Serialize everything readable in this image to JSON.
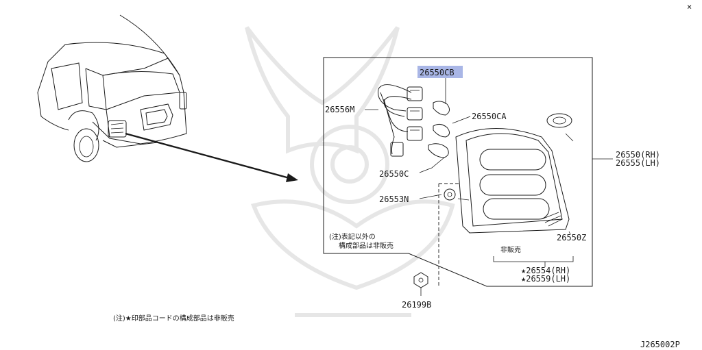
{
  "highlight_color": "#a9b6e6",
  "parts": {
    "p26550CB": "26550CB",
    "p26556M": "26556M",
    "p26550CA": "26550CA",
    "p26550C": "26550C",
    "p26553N": "26553N",
    "p26199B": "26199B",
    "p26550Z": "26550Z",
    "p26550RH": "26550(RH)",
    "p26555LH": "26555(LH)",
    "p26554RH": "★26554(RH)",
    "p26559LH": "★26559(LH)"
  },
  "notes": {
    "inner_note_line1": "(注)表記以外の",
    "inner_note_line2": "構成部品は非販売",
    "not_for_sale": "非販売",
    "bottom_note": "(注)★印部品コードの構成部品は非販売"
  },
  "diagram_code": "J265002P",
  "close_icon": "×"
}
